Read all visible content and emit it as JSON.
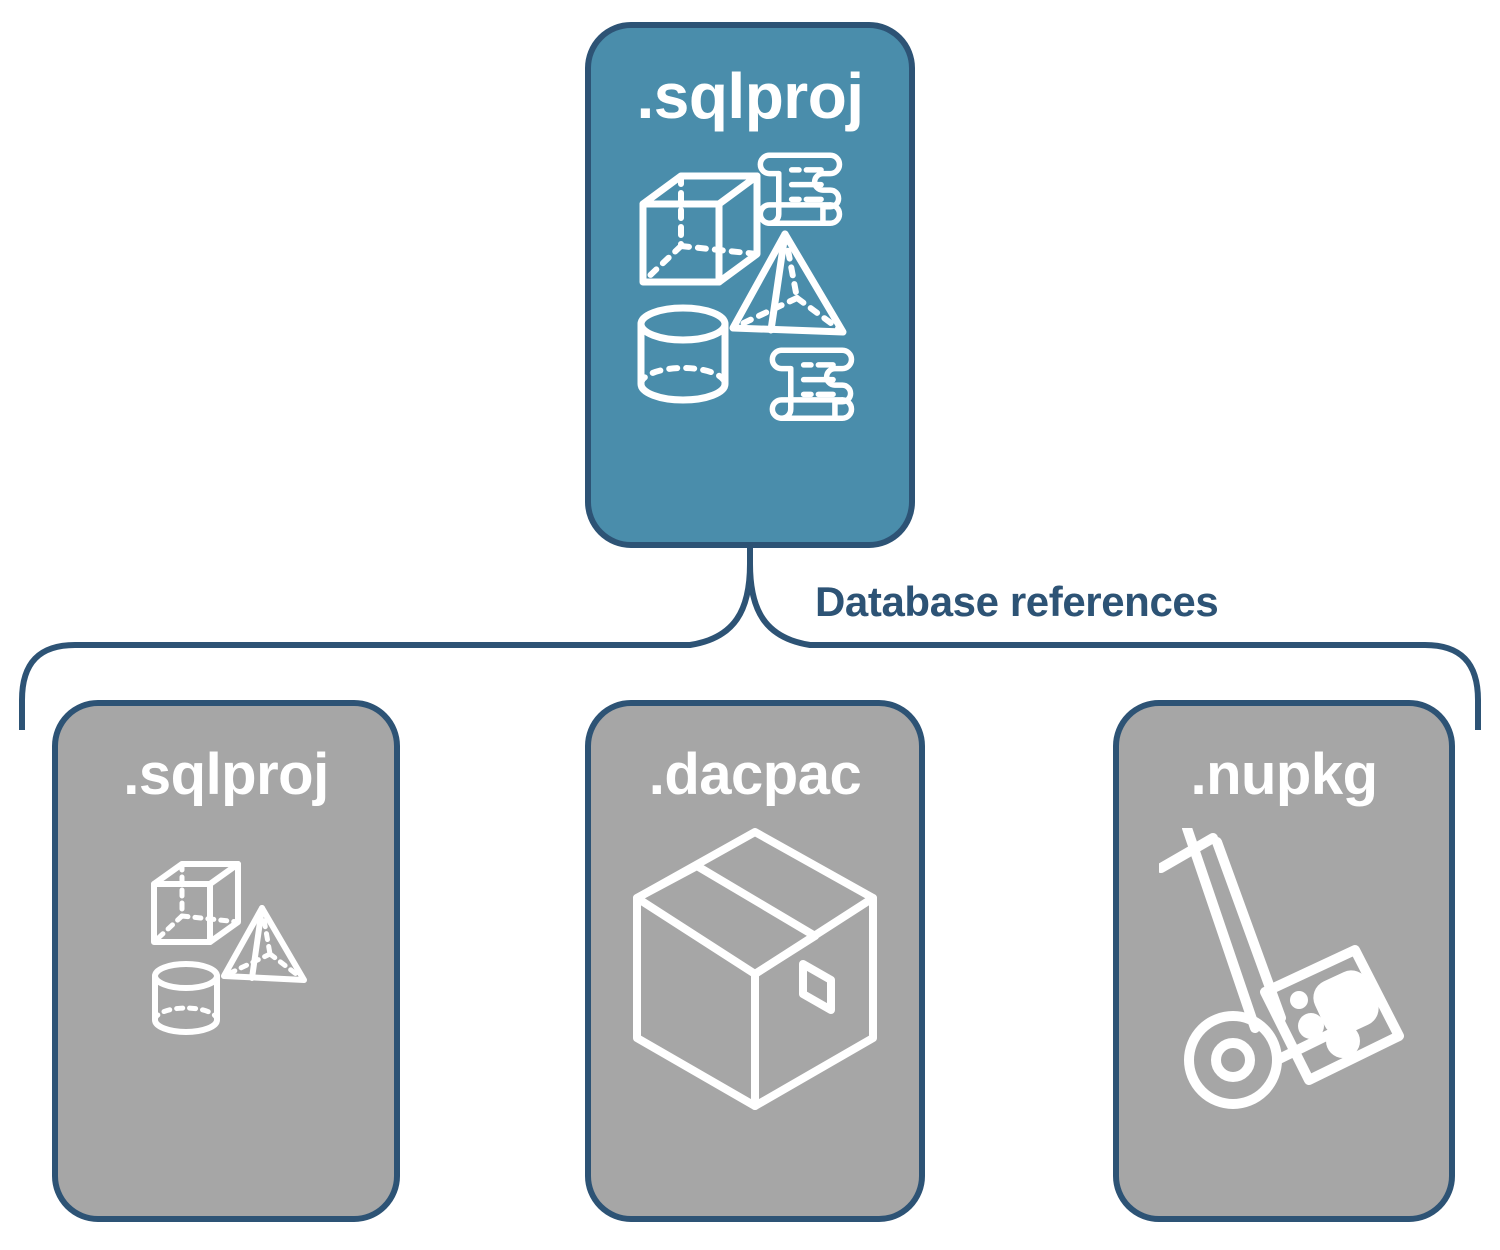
{
  "diagram": {
    "title_text": "Database references",
    "colors": {
      "primary_fill": "#4A8DAB",
      "secondary_fill": "#A6A6A6",
      "stroke": "#2D5375",
      "label_text": "#2D5375",
      "icon": "#FFFFFF",
      "background": "#FFFFFF"
    }
  },
  "root_node": {
    "label": ".sqlproj",
    "fill": "#4A8DAB",
    "icons": [
      "cube-wireframe-icon",
      "scroll-script-icon",
      "pyramid-wireframe-icon",
      "cylinder-wireframe-icon",
      "scroll-script-icon"
    ]
  },
  "bracket": {
    "label": "Database references"
  },
  "reference_nodes": [
    {
      "label": ".sqlproj",
      "fill": "#A6A6A6",
      "icons": [
        "cube-wireframe-icon",
        "pyramid-wireframe-icon",
        "cylinder-wireframe-icon"
      ]
    },
    {
      "label": ".dacpac",
      "fill": "#A6A6A6",
      "icons": [
        "package-box-icon"
      ]
    },
    {
      "label": ".nupkg",
      "fill": "#A6A6A6",
      "icons": [
        "hand-truck-package-icon"
      ]
    }
  ]
}
